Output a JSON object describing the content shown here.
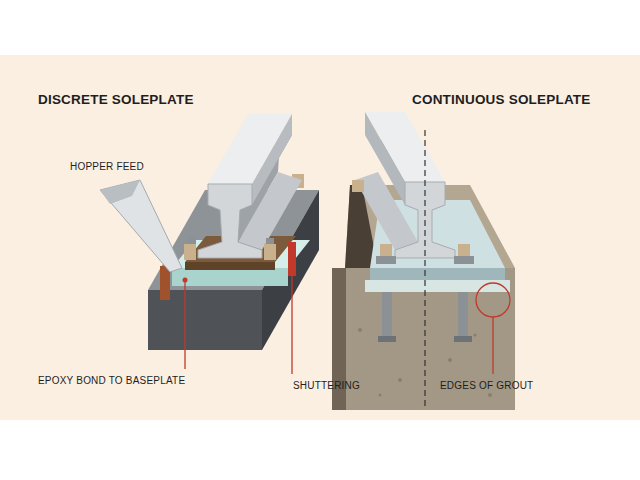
{
  "diagram": {
    "labels": [
      "DISCRETE SOLEPLATE",
      "CONTINUOUS SOLEPLATE",
      "HOPPER FEED",
      "EPOXY BOND TO BASEPLATE",
      "SHUTTERING",
      "EDGES OF GROUT"
    ]
  }
}
